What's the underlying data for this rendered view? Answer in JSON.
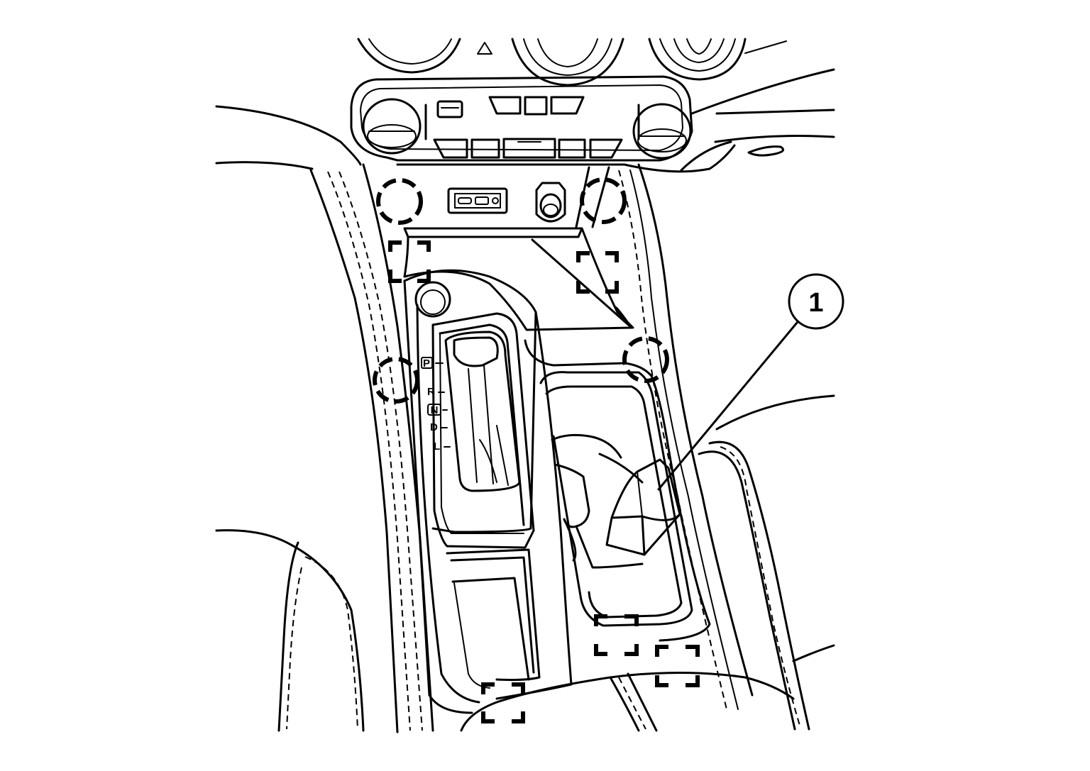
{
  "callouts": [
    {
      "number": "1"
    }
  ],
  "shift_indicator": {
    "positions": [
      "P",
      "R",
      "N",
      "D",
      "L"
    ],
    "boxed": [
      "P",
      "N"
    ]
  }
}
